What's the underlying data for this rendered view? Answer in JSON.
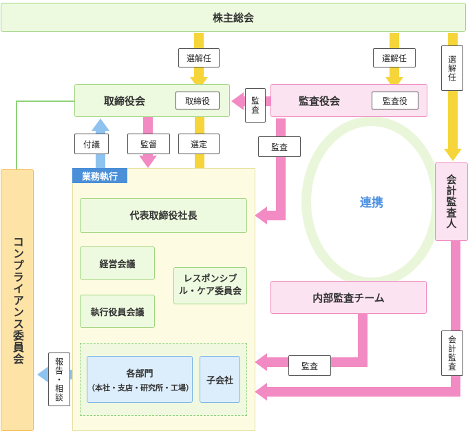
{
  "shareholders": "株主総会",
  "board": {
    "title": "取締役会",
    "sub": "取締役"
  },
  "auditBoard": {
    "title": "監査役会",
    "sub": "監査役"
  },
  "auditor": "会計監査人",
  "compliance": "コンプライアンス委員会",
  "execution": {
    "tag": "業務執行",
    "president": "代表取締役社長",
    "management": "経営会議",
    "officers": "執行役員会議",
    "responsible": "レスポンシブル・ケア委員会",
    "departments": "各部門",
    "departmentsSub": "（本社・支店・研究所・工場）",
    "subsidiaries": "子会社"
  },
  "internalAudit": "内部監査チーム",
  "relation": "連携",
  "labels": {
    "elect": "選解任",
    "audit": "監査",
    "appoint": "選定",
    "supervise": "監督",
    "submit": "付議",
    "report": "報告・相談",
    "accountingAudit": "会計監査"
  }
}
